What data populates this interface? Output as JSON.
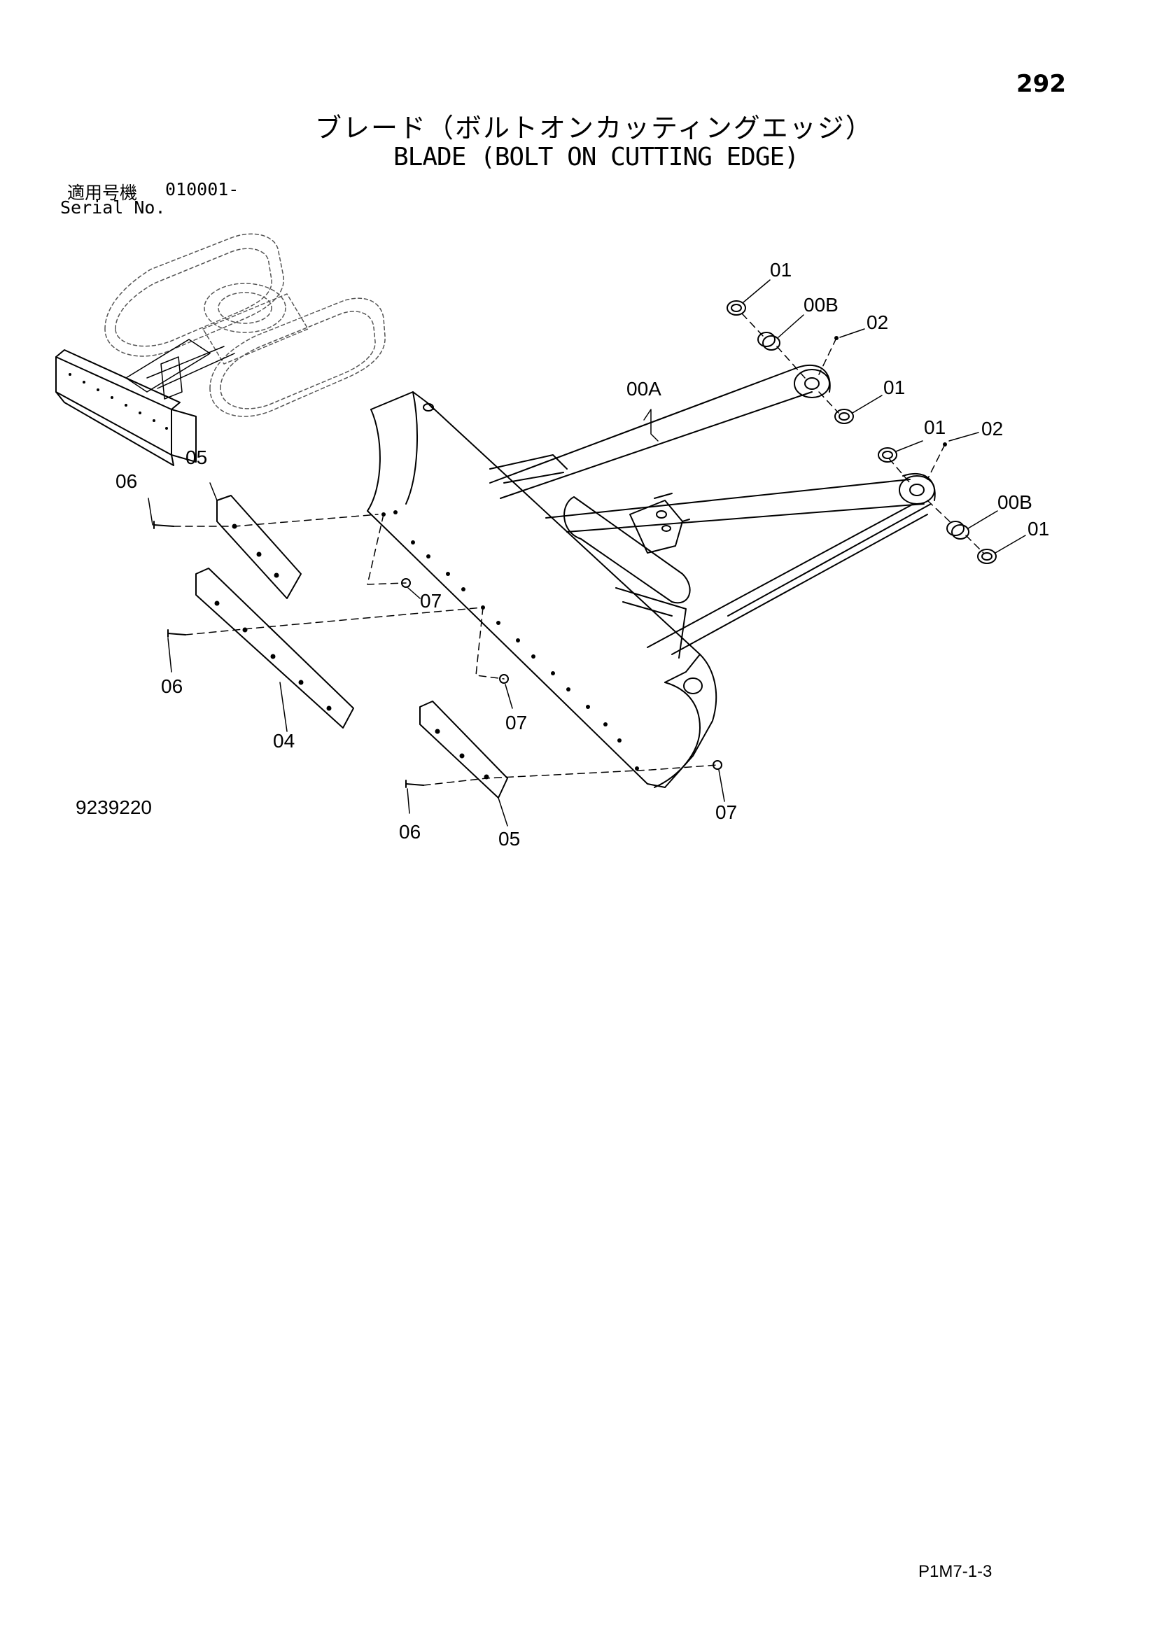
{
  "page_number": "292",
  "title_jp": "ブレード（ボルトオンカッティングエッジ）",
  "title_en": "BLADE (BOLT ON CUTTING EDGE)",
  "serial": {
    "label_jp": "適用号機",
    "number": "010001-",
    "label_en": "Serial No."
  },
  "drawing_number": "9239220",
  "page_reference": "P1M7-1-3",
  "callouts": {
    "c01_top": "01",
    "c00B_top": "00B",
    "c02_top": "02",
    "c01_mid": "01",
    "c00A": "00A",
    "c01_right": "01",
    "c02_right": "02",
    "c00B_right": "00B",
    "c01_bottom_right": "01",
    "c05_upper": "05",
    "c06_upper": "06",
    "c07_upper": "07",
    "c06_mid": "06",
    "c04": "04",
    "c07_mid": "07",
    "c06_lower": "06",
    "c05_lower": "05",
    "c07_lower": "07"
  }
}
